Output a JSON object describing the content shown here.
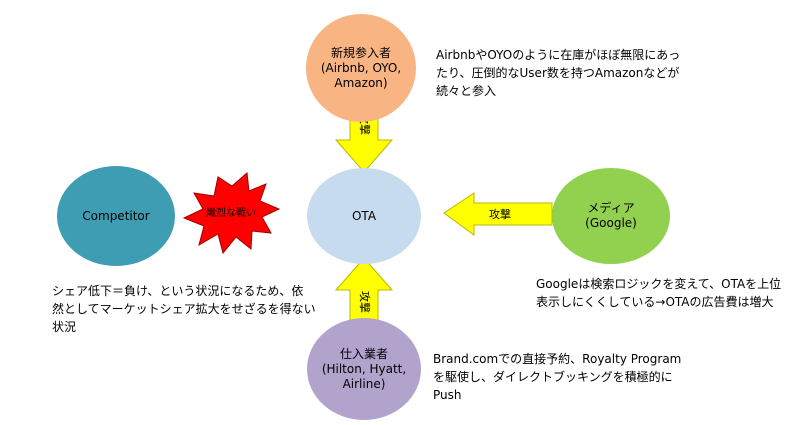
{
  "nodes": {
    "new_entrants": {
      "label": "新規参入者\n(Airbnb, OYO,\nAmazon)",
      "fill": "#F8B483"
    },
    "ota": {
      "label": "OTA",
      "fill": "#C7DBEE"
    },
    "competitor": {
      "label": "Competitor",
      "fill": "#3E9DB3"
    },
    "media": {
      "label": "メディア\n(Google)",
      "fill": "#92D050"
    },
    "suppliers": {
      "label": "仕入業者\n(Hilton, Hyatt,\nAirline)",
      "fill": "#B1A3CC"
    }
  },
  "arrows": {
    "top": {
      "label": "攻撃",
      "fill": "#FFFF00"
    },
    "right": {
      "label": "攻撃",
      "fill": "#FFFF00"
    },
    "bottom": {
      "label": "攻撃",
      "fill": "#FFFF00"
    }
  },
  "burst": {
    "label": "熾烈な戦い",
    "fill": "#FF0000"
  },
  "notes": {
    "new_entrants": "AirbnbやOYOのように在庫がほぼ無限にあっ\nたり、圧倒的なUser数を持つAmazonなどが\n続々と参入",
    "media": "Googleは検索ロジックを変えて、OTAを上位\n表示しにくくしている→OTAの広告費は増大",
    "competitor": "シェア低下＝負け、という状況になるため、依\n然としてマーケットシェア拡大をせざるを得ない\n状況",
    "suppliers": "Brand.comでの直接予約、Royalty Program\nを駆使し、ダイレクトブッキングを積極的に\nPush"
  }
}
